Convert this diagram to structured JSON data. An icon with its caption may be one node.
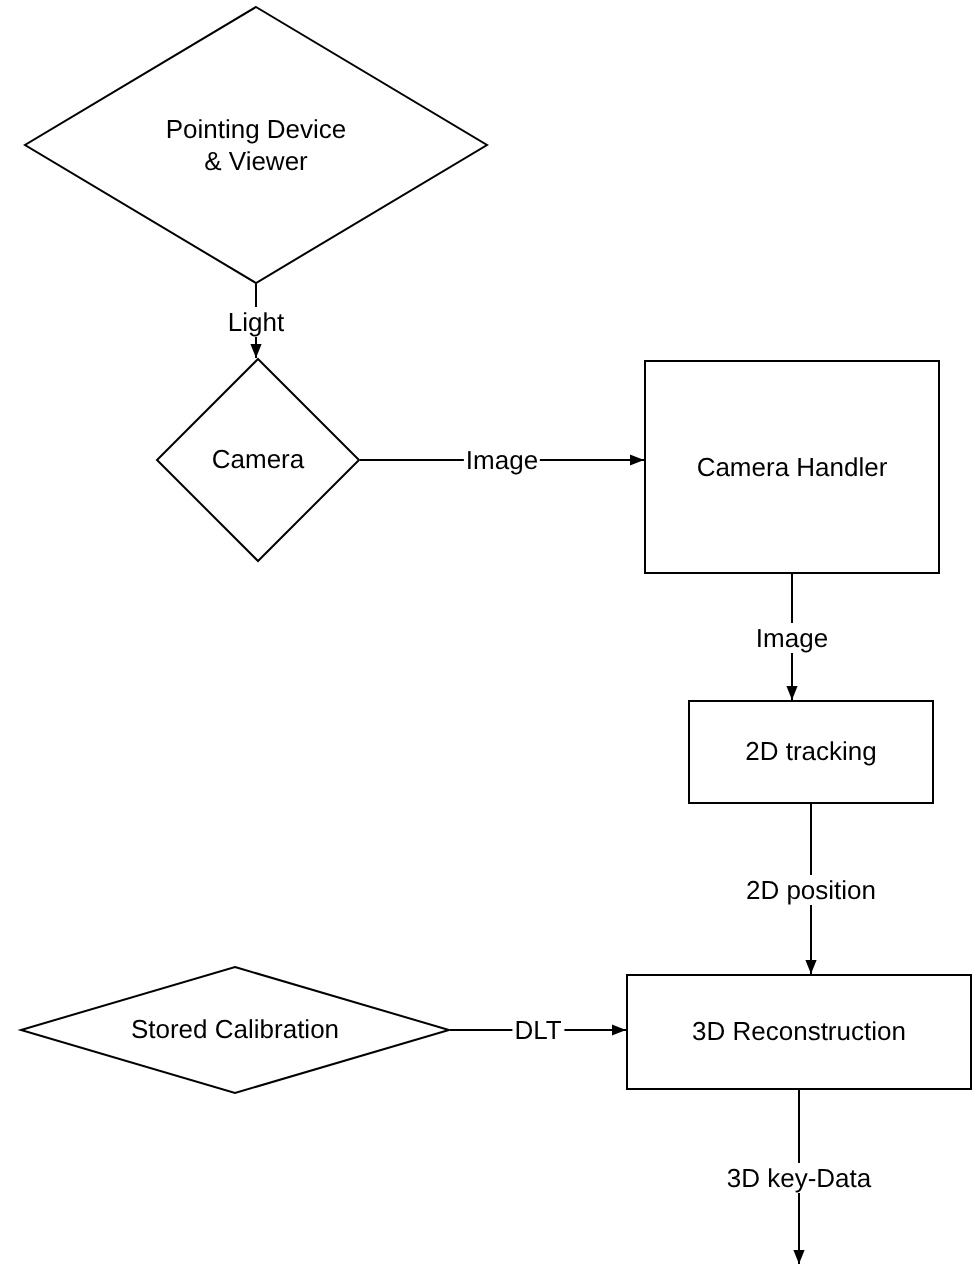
{
  "diagram": {
    "nodes": [
      {
        "text": [
          "Pointing Device & Viewer"
        ]
      },
      {
        "text": [
          "Camera"
        ]
      },
      {
        "text": [
          "Camera Handler"
        ]
      },
      {
        "text": [
          "2D tracking"
        ]
      },
      {
        "text": [
          "Stored Calibration"
        ]
      },
      {
        "text": [
          "3D Reconstruction"
        ]
      }
    ],
    "edges": [
      {
        "from": 0,
        "to": 1,
        "arrow": "to",
        "label": "Light"
      },
      {
        "from": 1,
        "to": 2,
        "arrow": "to",
        "label": "Image"
      },
      {
        "from": 2,
        "to": 3,
        "arrow": "to",
        "label": "Image"
      },
      {
        "from": 3,
        "to": 5,
        "arrow": "to",
        "label": "2D position"
      },
      {
        "from": 4,
        "to": 5,
        "arrow": "to",
        "label": "DLT"
      },
      {
        "from": 5,
        "to": null,
        "arrow": "to",
        "label": "3D key-Data"
      }
    ]
  }
}
